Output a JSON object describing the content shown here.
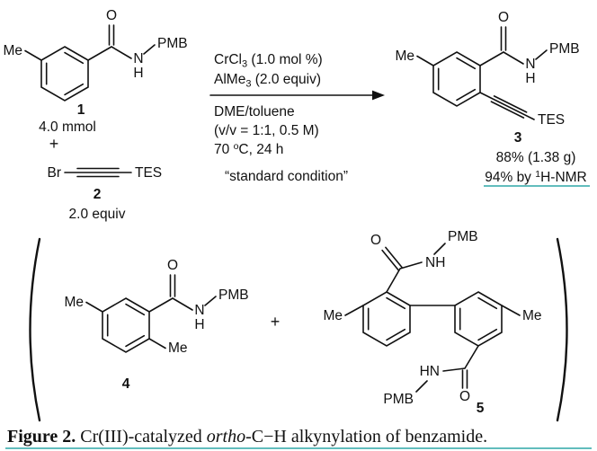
{
  "scheme": {
    "reactant1": {
      "me_label": "Me",
      "o_label": "O",
      "n_label": "N",
      "h_label": "H",
      "pmb_label": "PMB",
      "number": "1",
      "amount": "4.0 mmol"
    },
    "plus_top": "+",
    "reactant2": {
      "br_label": "Br",
      "tes_label": "TES",
      "number": "2",
      "amount": "2.0 equiv"
    },
    "conditions": {
      "catalyst_base": "CrCl",
      "catalyst_sub": "3",
      "catalyst_rest": " (1.0 mol %)",
      "additive_base": "AlMe",
      "additive_sub": "3",
      "additive_rest": " (2.0 equiv)",
      "solvent": "DME/toluene",
      "ratio": "(v/v = 1:1, 0.5 M)",
      "temp_pre": "70 ",
      "temp_sup": "o",
      "temp_post": "C, 24 h",
      "note": "“standard condition”"
    },
    "product3": {
      "me_label": "Me",
      "o_label": "O",
      "n_label": "N",
      "h_label": "H",
      "pmb_label": "PMB",
      "tes_label": "TES",
      "number": "3",
      "yield_mass": "88% (1.38 g)",
      "nmr_pre": "94% by ",
      "nmr_sup": "1",
      "nmr_post": "H-NMR"
    },
    "byproducts": {
      "plus": "+",
      "compound4": {
        "me_top_label": "Me",
        "o_label": "O",
        "n_label": "N",
        "h_label": "H",
        "pmb_label": "PMB",
        "me_ortho_label": "Me",
        "number": "4"
      },
      "compound5": {
        "o_top_label": "O",
        "nh_top_label": "NH",
        "pmb_top_label": "PMB",
        "me_left_label": "Me",
        "me_right_label": "Me",
        "hn_bottom_label": "HN",
        "pmb_bottom_label": "PMB",
        "o_bottom_label": "O",
        "number": "5"
      }
    }
  },
  "caption": {
    "label": "Figure 2.",
    "part1": " Cr(III)-catalyzed ",
    "italic_word": "ortho",
    "part2": "-C−H alkynylation of benzamide."
  },
  "colors": {
    "ink": "#111111",
    "underline": "#2fa7a7"
  }
}
